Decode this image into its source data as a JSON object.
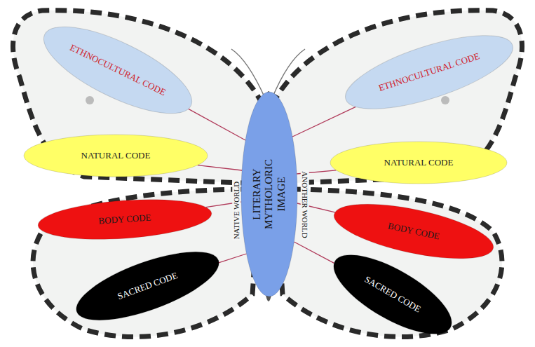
{
  "diagram": {
    "nodes": [
      {
        "text": [
          "ETHNOCULTURAL CODE"
        ]
      },
      {
        "text": [
          "NATURAL CODE"
        ]
      },
      {
        "text": [
          "BODY CODE"
        ]
      },
      {
        "text": [
          "SACRED CODE"
        ]
      },
      {
        "text": [
          "LITERARY MYTHOLORIC IMAGE"
        ]
      },
      {
        "text": [
          "ETHNOCULTURAL CODE"
        ]
      },
      {
        "text": [
          "NATURAL CODE"
        ]
      },
      {
        "text": [
          "BODY CODE"
        ]
      },
      {
        "text": [
          "SACRED CODE"
        ]
      }
    ],
    "edges": [
      {
        "from": 0,
        "to": 4,
        "arrow": "none"
      },
      {
        "from": 1,
        "to": 4,
        "arrow": "none"
      },
      {
        "from": 2,
        "to": 4,
        "arrow": "none"
      },
      {
        "from": 3,
        "to": 4,
        "arrow": "none"
      },
      {
        "from": 5,
        "to": 4,
        "arrow": "none"
      },
      {
        "from": 6,
        "to": 4,
        "arrow": "none"
      },
      {
        "from": 7,
        "to": 4,
        "arrow": "none"
      },
      {
        "from": 8,
        "to": 4,
        "arrow": "none"
      }
    ],
    "labels": [
      "NATIVE WORLD",
      "ANOTHER WORLD"
    ]
  }
}
